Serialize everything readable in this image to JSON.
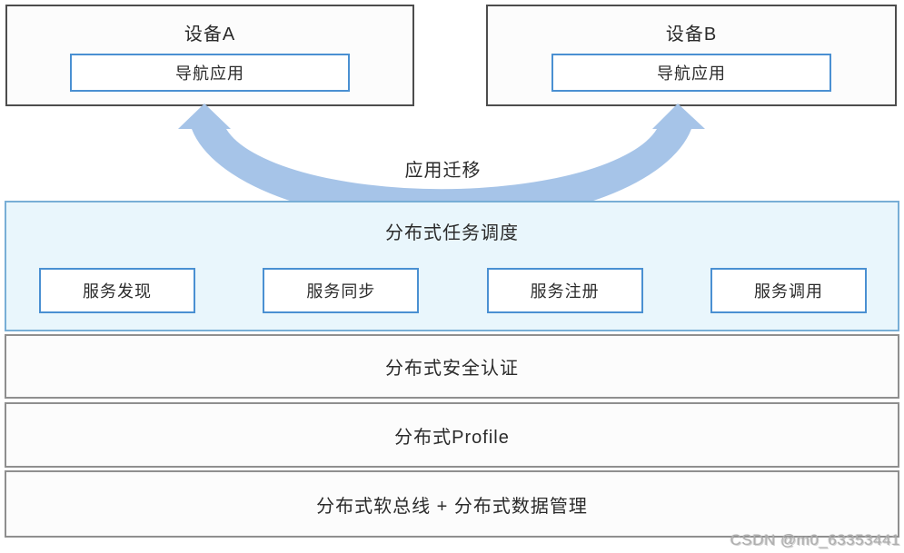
{
  "devices": [
    {
      "title": "设备A",
      "app_label": "导航应用"
    },
    {
      "title": "设备B",
      "app_label": "导航应用"
    }
  ],
  "migration": {
    "label": "应用迁移"
  },
  "task_scheduling": {
    "title": "分布式任务调度",
    "services": [
      "服务发现",
      "服务同步",
      "服务注册",
      "服务调用"
    ]
  },
  "layers": [
    "分布式安全认证",
    "分布式Profile",
    "分布式软总线 + 分布式数据管理"
  ],
  "watermark": "CSDN @m0_63353441",
  "colors": {
    "app_border": "#4a90d2",
    "device_border": "#4d4d4d",
    "section_bg": "#e9f6fc",
    "section_border": "#78aed6",
    "arrow_fill": "#a6c4e8",
    "row_border": "#8f8f8f",
    "text": "#2b2b2b"
  }
}
